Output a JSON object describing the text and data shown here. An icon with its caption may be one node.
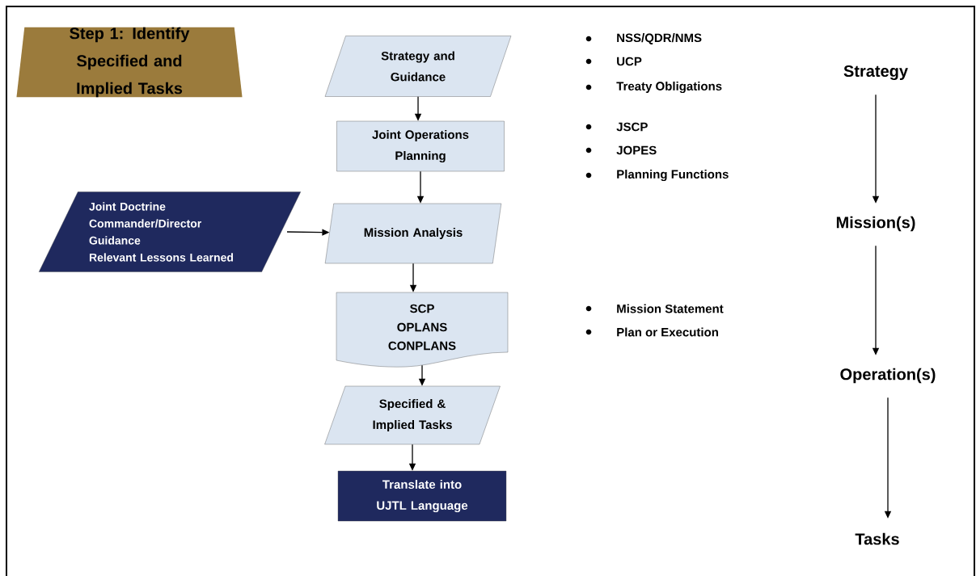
{
  "diagram": {
    "nodes": [
      {
        "text": [
          "Step 1: Identify Specified and Implied Tasks"
        ]
      },
      {
        "text": [
          "Strategy and Guidance"
        ]
      },
      {
        "text": [
          "Joint Operations Planning"
        ]
      },
      {
        "text": [
          "Joint Doctrine",
          "Commander/Director Guidance",
          "Relevant Lessons Learned"
        ]
      },
      {
        "text": [
          "Mission Analysis"
        ]
      },
      {
        "text": [
          "SCP",
          "OPLANS",
          "CONPLANS"
        ]
      },
      {
        "text": [
          "Specified & Implied Tasks"
        ]
      },
      {
        "text": [
          "Translate into UJTL Language"
        ]
      },
      {
        "text": [
          "Strategy"
        ]
      },
      {
        "text": [
          "Mission(s)"
        ]
      },
      {
        "text": [
          "Operation(s)"
        ]
      },
      {
        "text": [
          "Tasks"
        ]
      }
    ],
    "edges": [
      {
        "from": 1,
        "to": 2,
        "arrow": "to"
      },
      {
        "from": 2,
        "to": 4,
        "arrow": "to"
      },
      {
        "from": 3,
        "to": 4,
        "arrow": "to"
      },
      {
        "from": 4,
        "to": 5,
        "arrow": "to"
      },
      {
        "from": 5,
        "to": 6,
        "arrow": "to"
      },
      {
        "from": 6,
        "to": 7,
        "arrow": "to"
      },
      {
        "from": 8,
        "to": 9,
        "arrow": "to"
      },
      {
        "from": 9,
        "to": 10,
        "arrow": "to"
      },
      {
        "from": 10,
        "to": 11,
        "arrow": "to"
      }
    ],
    "labels": [
      "NSS/QDR/NMS",
      "UCP",
      "Treaty Obligations",
      "JSCP",
      "JOPES",
      "Planning Functions",
      "Mission Statement",
      "Plan or Execution"
    ]
  }
}
